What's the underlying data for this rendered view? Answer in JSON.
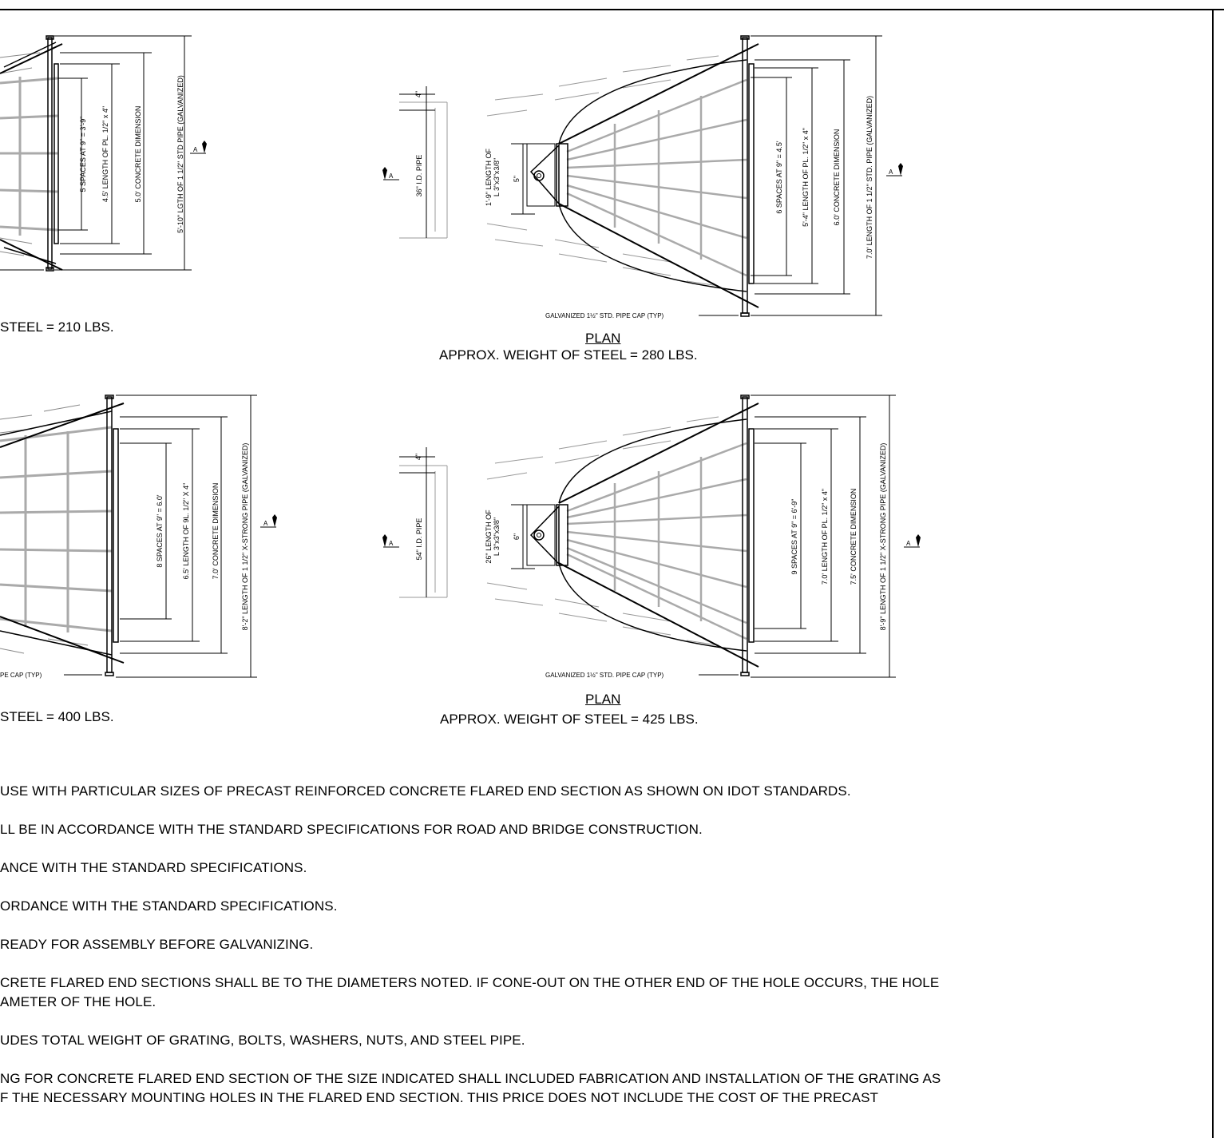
{
  "drawings": {
    "top_left": {
      "weight_fragment": "STEEL = 210 LBS.",
      "dims": {
        "spaces": "5 SPACES AT 9\" = 3'-9\"",
        "plate": "4.5' LENGTH OF PL. 1/2\" x 4\"",
        "concrete": "5.0' CONCRETE DIMENSION",
        "pipe": "5'-10\" LGTH OF 1 1/2\" STD PIPE (GALVANIZED)"
      },
      "section_mark_right": "A"
    },
    "top_right": {
      "plan_label": "PLAN",
      "weight": "APPROX. WEIGHT OF STEEL = 280 LBS.",
      "pipe_cap": "GALVANIZED 1½\" STD. PIPE CAP (TYP)",
      "dims": {
        "top_gap": "4\"",
        "id_pipe": "36\" I.D. PIPE",
        "angle": "1'-9\" LENGTH OF",
        "angle2": "L 3\"x3\"x3/8\"",
        "hole": "5\"",
        "spaces": "6 SPACES AT 9\" = 4.5'",
        "plate": "5'-4\" LENGTH OF PL. 1/2\" x 4\"",
        "concrete": "6.0' CONCRETE DIMENSION",
        "pipe": "7.0' LENGTH OF 1 1/2\" STD. PIPE (GALVANIZED)"
      },
      "section_mark_left": "A",
      "section_mark_right": "A"
    },
    "bottom_left": {
      "weight_fragment": "STEEL = 400 LBS.",
      "pipe_cap_fragment": "PE CAP (TYP)",
      "dims": {
        "spaces": "8 SPACES AT 9\" = 6.0'",
        "plate": "6.5' LENGTH OF 9L. 1/2\" X 4\"",
        "concrete": "7.0' CONCRETE DIMENSION",
        "pipe": "8'-2\" LENGTH OF 1 1/2\" X-STRONG PIPE (GALVANIZED)"
      },
      "section_mark_right": "A"
    },
    "bottom_right": {
      "plan_label": "PLAN",
      "weight": "APPROX. WEIGHT OF STEEL = 425 LBS.",
      "pipe_cap": "GALVANIZED 1½\" STD. PIPE CAP (TYP)",
      "dims": {
        "top_gap": "4\"",
        "id_pipe": "54\" I.D. PIPE",
        "angle": "26\" LENGTH OF",
        "angle2": "L 3\"x3\"x3/8\"",
        "hole": "6\"",
        "spaces": "9 SPACES AT 9\" = 6'-9\"",
        "plate": "7.0' LENGTH OF PL. 1/2\" x 4\"",
        "concrete": "7.5' CONCRETE DIMENSION",
        "pipe": "8'-9\" LENGTH OF 1 1/2\" X-STRONG PIPE (GALVANIZED)"
      },
      "section_mark_left": "A",
      "section_mark_right": "A"
    }
  },
  "notes": [
    "USE WITH PARTICULAR SIZES OF PRECAST REINFORCED CONCRETE FLARED END SECTION AS SHOWN ON IDOT STANDARDS.",
    "LL BE IN ACCORDANCE WITH THE STANDARD SPECIFICATIONS FOR ROAD AND BRIDGE CONSTRUCTION.",
    "ANCE WITH THE STANDARD SPECIFICATIONS.",
    "ORDANCE WITH THE STANDARD SPECIFICATIONS.",
    "READY FOR ASSEMBLY BEFORE GALVANIZING.",
    "CRETE FLARED END SECTIONS SHALL BE TO THE DIAMETERS NOTED. IF CONE-OUT ON THE OTHER END OF THE HOLE OCCURS, THE HOLE",
    "AMETER OF THE HOLE.",
    "UDES TOTAL WEIGHT OF GRATING, BOLTS, WASHERS, NUTS, AND STEEL PIPE.",
    "NG FOR CONCRETE FLARED END SECTION OF THE SIZE INDICATED SHALL INCLUDED FABRICATION AND INSTALLATION OF THE GRATING AS",
    "F THE NECESSARY MOUNTING HOLES IN THE FLARED END SECTION. THIS PRICE DOES NOT INCLUDE THE COST OF THE PRECAST"
  ]
}
